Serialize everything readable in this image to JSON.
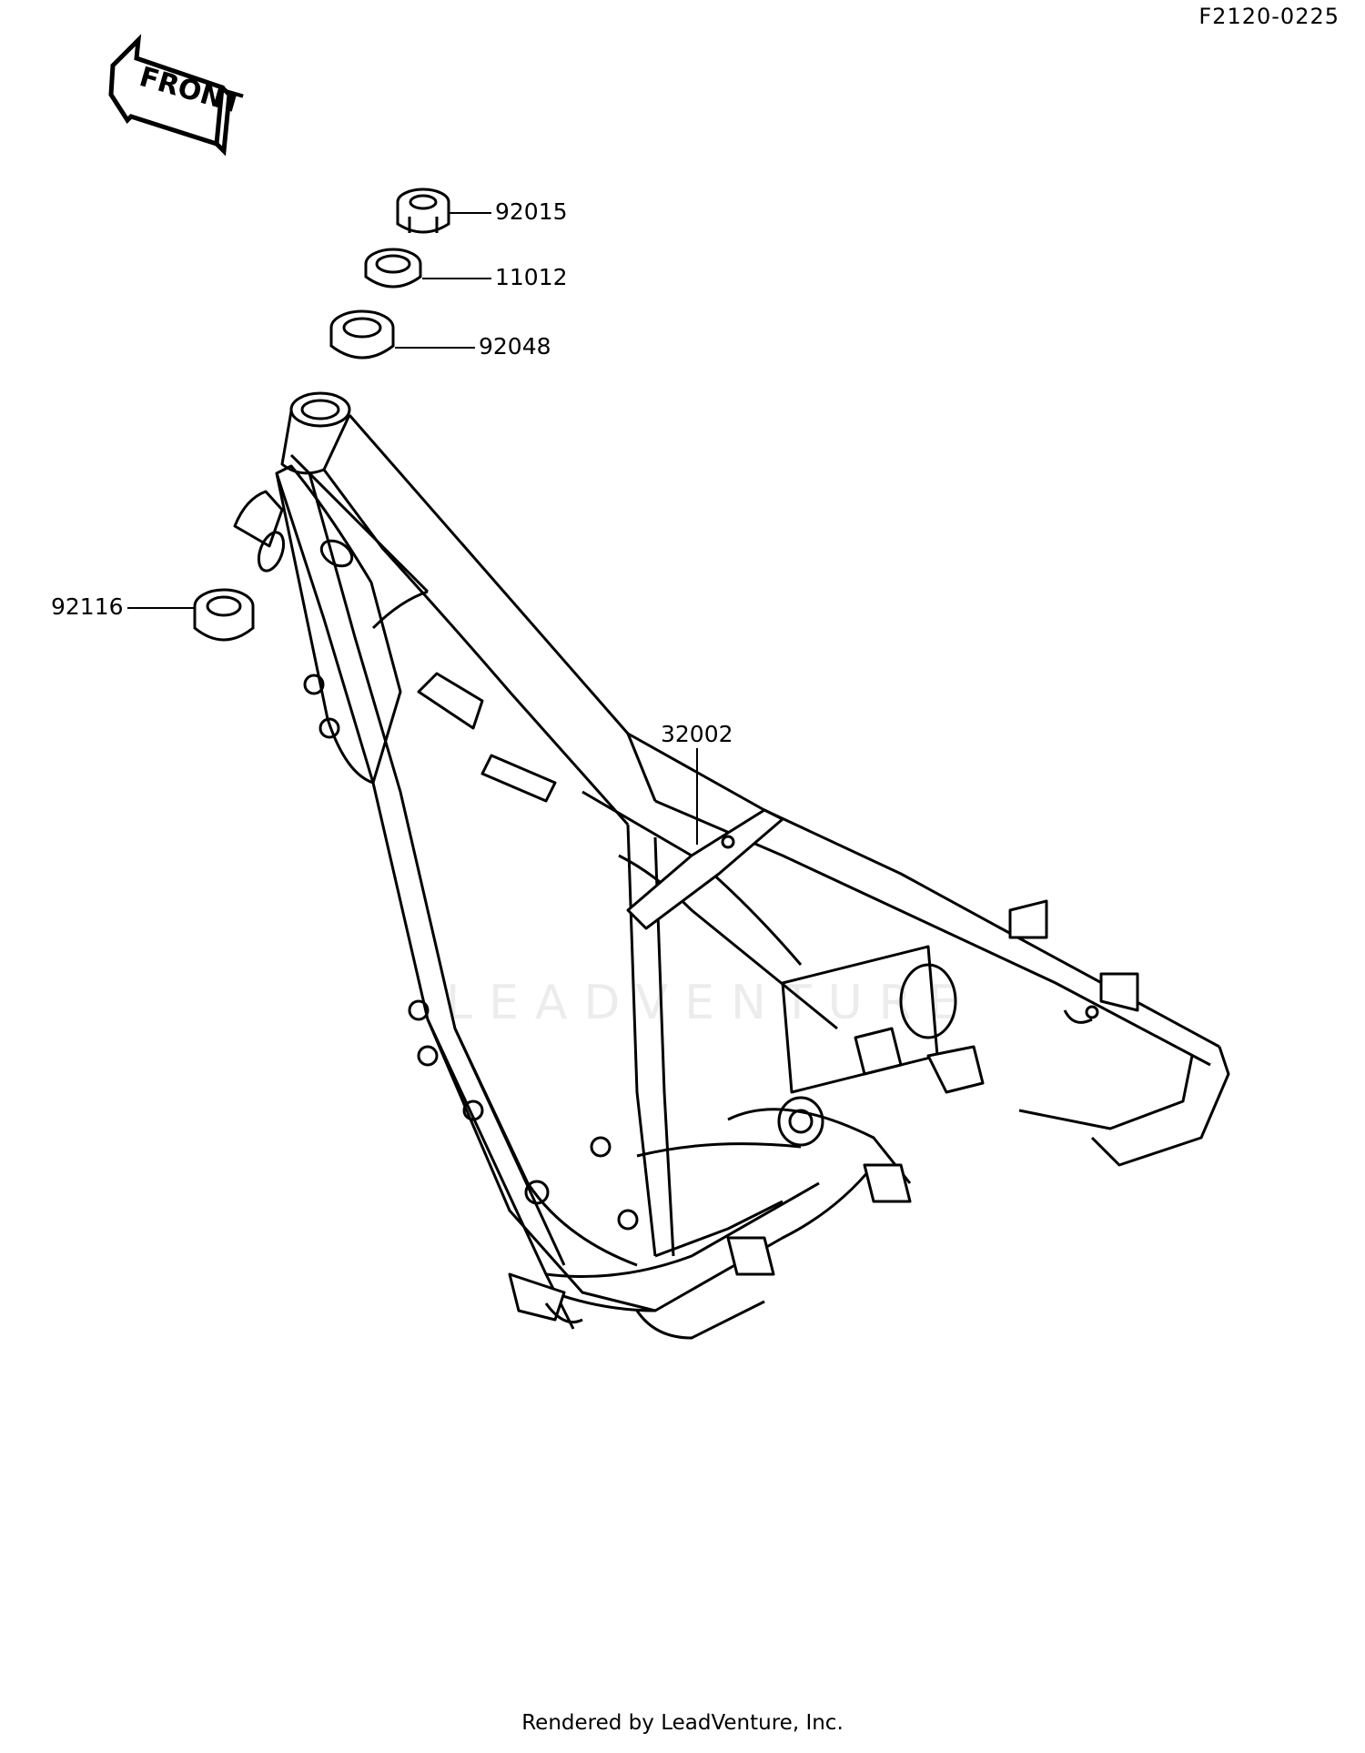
{
  "diagram": {
    "reference_code": "F2120-0225",
    "orientation_label": "FRONT",
    "watermark": "LEADVENTURE",
    "footer": "Rendered by LeadVenture, Inc.",
    "callouts": [
      {
        "id": "92015",
        "label": "92015"
      },
      {
        "id": "11012",
        "label": "11012"
      },
      {
        "id": "92048",
        "label": "92048"
      },
      {
        "id": "92116",
        "label": "92116"
      },
      {
        "id": "32002",
        "label": "32002"
      }
    ]
  }
}
